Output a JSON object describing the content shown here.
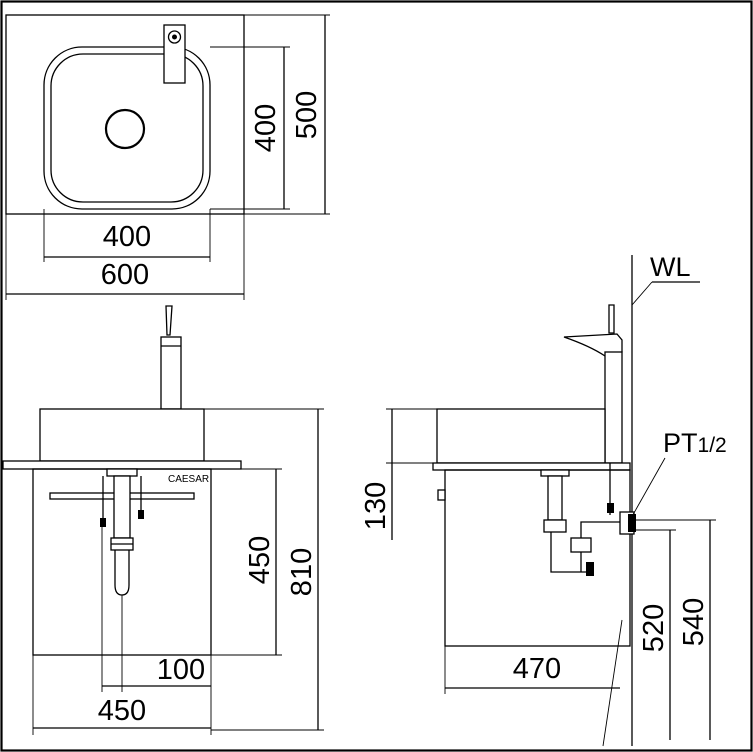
{
  "top_view": {
    "inner_width": "400",
    "outer_width": "600",
    "inner_depth": "400",
    "outer_depth": "500"
  },
  "front_view": {
    "brand": "CAESAR",
    "cabinet_height": "450",
    "total_height": "810",
    "drain_offset": "100",
    "cabinet_width": "450"
  },
  "side_view": {
    "water_level_label": "WL",
    "pipe_thread_label": "PT",
    "pipe_thread_size": "1/2",
    "basin_height": "130",
    "cabinet_depth": "470",
    "inlet_height": "520",
    "outlet_height": "540"
  },
  "colors": {
    "line": "#000000",
    "background": "#ffffff"
  }
}
